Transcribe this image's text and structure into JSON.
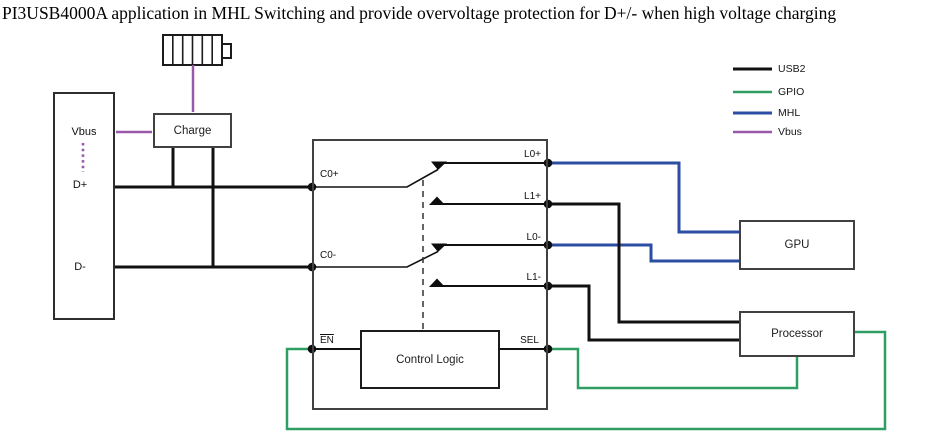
{
  "title": "PI3USB4000A application in MHL Switching and provide overvoltage protection for D+/- when high voltage charging",
  "colors": {
    "usb2": "#111111",
    "gpio": "#2f9e63",
    "mhl": "#2b4da3",
    "vbus": "#9a58a8"
  },
  "legend": {
    "items": [
      {
        "label": "USB2",
        "color_key": "usb2"
      },
      {
        "label": "GPIO",
        "color_key": "gpio"
      },
      {
        "label": "MHL",
        "color_key": "mhl"
      },
      {
        "label": "Vbus",
        "color_key": "vbus"
      }
    ]
  },
  "icons": {
    "battery": "battery-icon"
  },
  "connector": {
    "pins": {
      "vbus": "Vbus",
      "d_plus": "D+",
      "d_minus": "D-"
    }
  },
  "charge": {
    "label": "Charge"
  },
  "switch_ic": {
    "pins": {
      "c0_plus": "C0+",
      "c0_minus": "C0-",
      "l0_plus": "L0+",
      "l1_plus": "L1+",
      "l0_minus": "L0-",
      "l1_minus": "L1-",
      "en": "EN",
      "sel": "SEL"
    },
    "control_logic_label": "Control Logic"
  },
  "gpu": {
    "label": "GPU"
  },
  "processor": {
    "label": "Processor"
  }
}
